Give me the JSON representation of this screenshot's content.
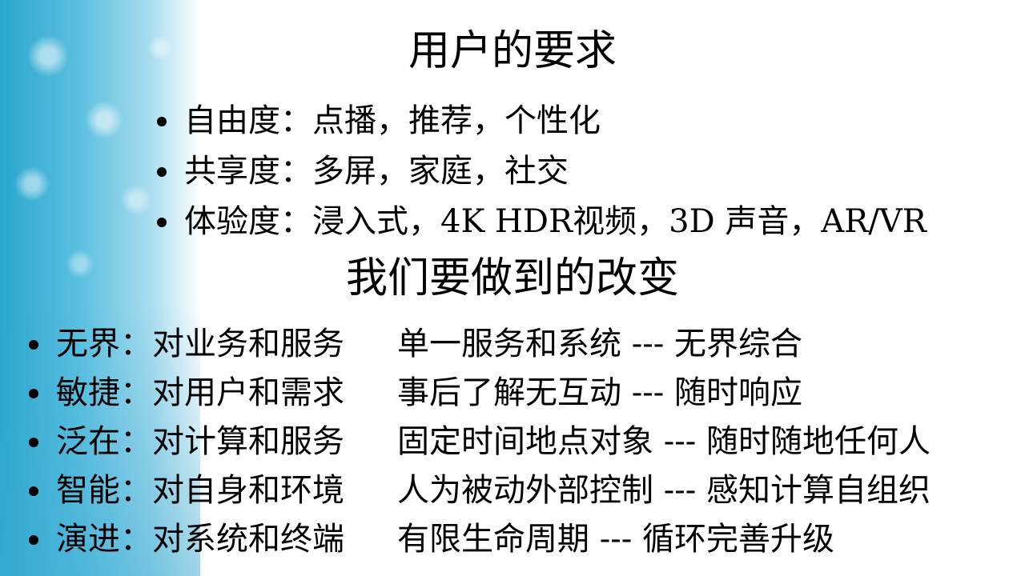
{
  "slide": {
    "title1": "用户的要求",
    "user_requirements": [
      "自由度：点播，推荐，个性化",
      "共享度：多屏，家庭，社交",
      "体验度：浸入式，4K HDR视频，3D 声音，AR/VR"
    ],
    "title2": "我们要做到的改变",
    "changes": [
      {
        "label": "无界：对业务和服务",
        "detail": "单一服务和系统 --- 无界综合"
      },
      {
        "label": "敏捷：对用户和需求",
        "detail": "事后了解无互动 --- 随时响应"
      },
      {
        "label": "泛在：对计算和服务",
        "detail": "固定时间地点对象 --- 随时随地任何人"
      },
      {
        "label": "智能：对自身和环境",
        "detail": "人为被动外部控制 --- 感知计算自组织"
      },
      {
        "label": "演进：对系统和终端",
        "detail": "有限生命周期 --- 循环完善升级"
      }
    ]
  },
  "colors": {
    "accent": "#2aa6cf",
    "text": "#000000"
  }
}
